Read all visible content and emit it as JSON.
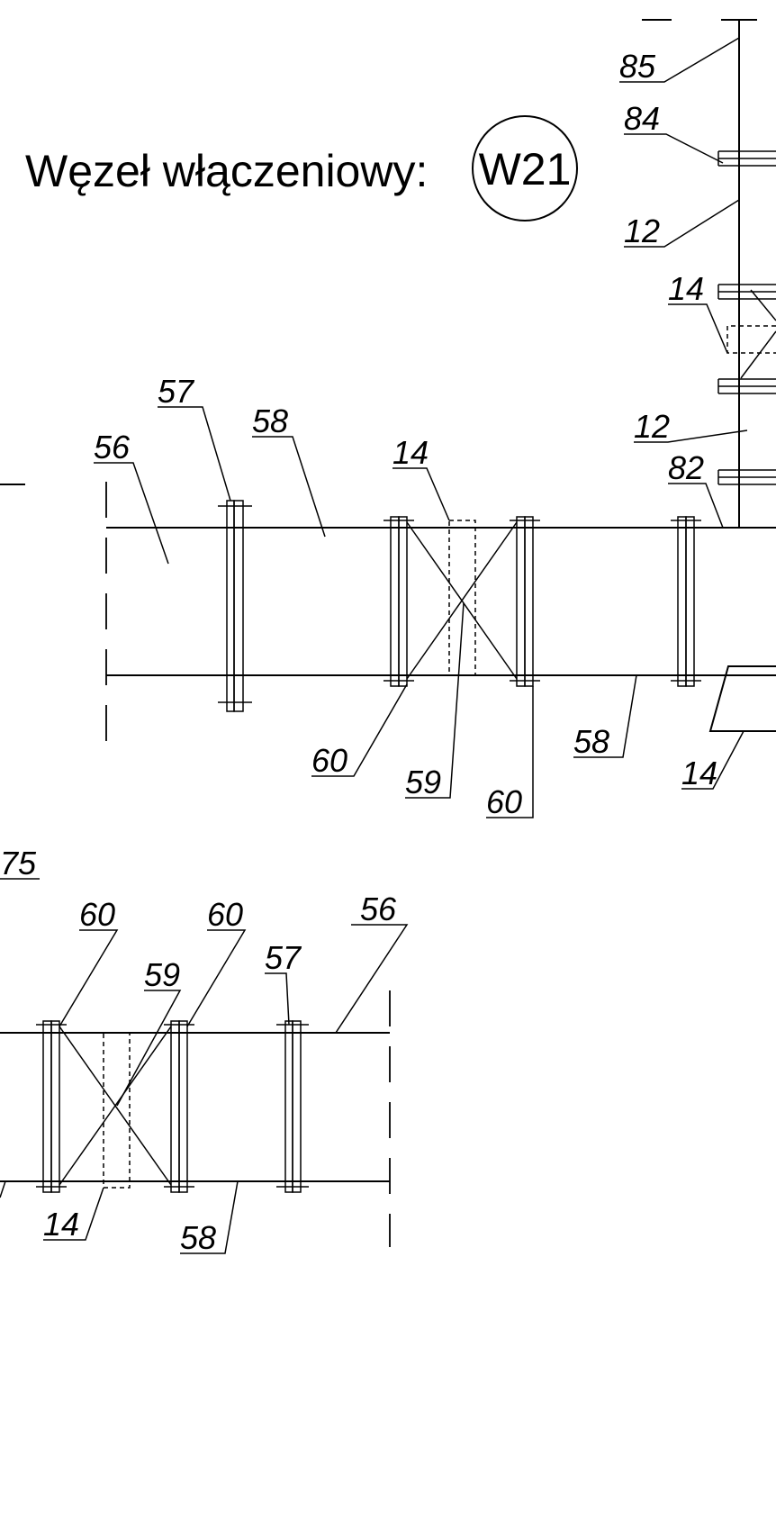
{
  "title": {
    "text": "Węzeł włączeniowy:",
    "node_id": "W21"
  },
  "labels": {
    "l85": "85",
    "l84": "84",
    "l12a": "12",
    "l14a": "14",
    "l12b": "12",
    "l82": "82",
    "l57a": "57",
    "l58a": "58",
    "l56a": "56",
    "l14b": "14",
    "l60a": "60",
    "l59a": "59",
    "l60b": "60",
    "l58b": "58",
    "l14c": "14",
    "l75": "75",
    "l60c": "60",
    "l60d": "60",
    "l59b": "59",
    "l57b": "57",
    "l56b": "56",
    "l14d": "14",
    "l58c": "58"
  }
}
